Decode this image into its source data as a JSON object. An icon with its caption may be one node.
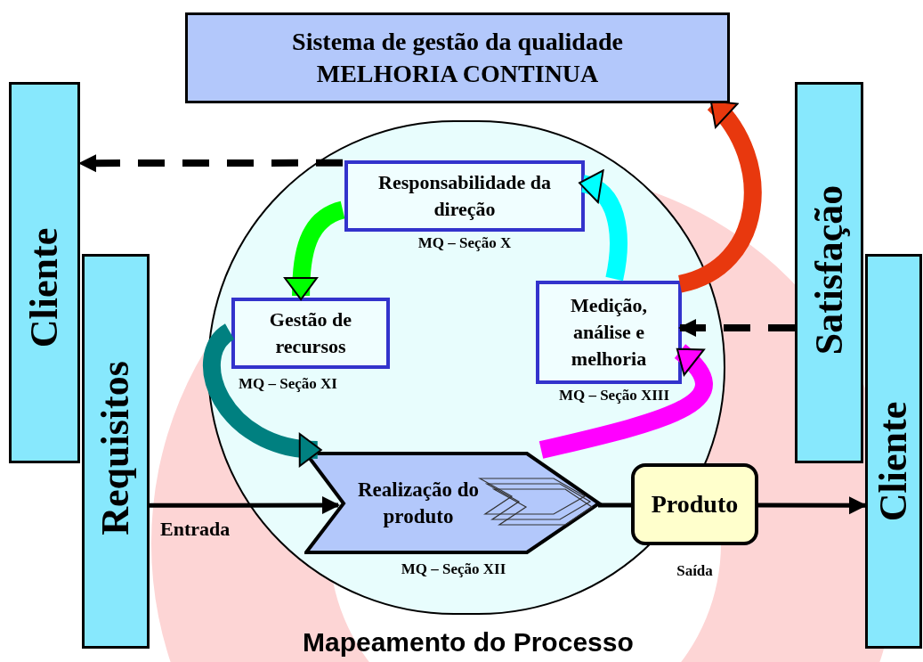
{
  "diagram": {
    "caption": "Mapeamento do Processo",
    "nodes": [
      {
        "text": [
          "Sistema de gestão da qualidade",
          "MELHORIA CONTINUA"
        ]
      },
      {
        "text": [
          "Cliente"
        ]
      },
      {
        "text": [
          "Requisitos"
        ]
      },
      {
        "text": [],
        "shape": "circle"
      },
      {
        "text": [
          "Responsabilidade da direção"
        ],
        "in": 3,
        "beside": [
          "MQ – Seção X"
        ]
      },
      {
        "text": [
          "Gestão de recursos"
        ],
        "in": 3,
        "beside": [
          "MQ – Seção XI"
        ]
      },
      {
        "text": [
          "Medição, análise e melhoria"
        ],
        "in": 3,
        "beside": [
          "MQ – Seção XIII"
        ]
      },
      {
        "text": [
          "Realização do produto"
        ],
        "in": 3,
        "beside": [
          "MQ – Seção XII"
        ]
      },
      {
        "text": [
          "Produto"
        ],
        "beside": [
          "Saída"
        ]
      },
      {
        "text": [
          "Satisfação"
        ]
      },
      {
        "text": [
          "Cliente"
        ]
      }
    ],
    "edges": [
      {
        "from": 4,
        "to": 1,
        "arrow": "to",
        "style": "dashed"
      },
      {
        "from": 9,
        "to": 6,
        "arrow": "to",
        "style": "dashed"
      },
      {
        "from": 2,
        "to": 7,
        "arrow": "to",
        "label": "Entrada"
      },
      {
        "from": 7,
        "to": 8,
        "arrow": "none"
      },
      {
        "from": 8,
        "to": 10,
        "arrow": "to"
      },
      {
        "from": 4,
        "to": 5,
        "arrow": "to",
        "style": "thick",
        "color": "#00ff00"
      },
      {
        "from": 5,
        "to": 7,
        "arrow": "to",
        "style": "thick",
        "color": "#008080"
      },
      {
        "from": 7,
        "to": 6,
        "arrow": "to",
        "style": "thick",
        "color": "#ff00ff"
      },
      {
        "from": 6,
        "to": 4,
        "arrow": "to",
        "style": "thick",
        "color": "#00ffff"
      },
      {
        "from": 6,
        "to": 0,
        "arrow": "to",
        "style": "thick",
        "color": "#e8380e"
      }
    ]
  }
}
